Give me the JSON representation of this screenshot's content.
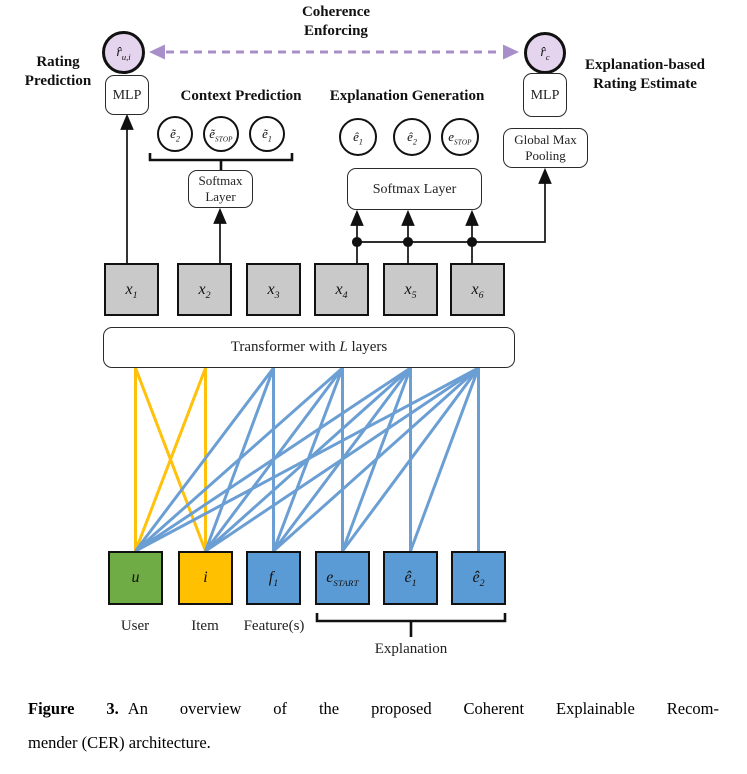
{
  "title": "CER architecture figure",
  "colors": {
    "user": "#6FAC46",
    "item": "#FFC000",
    "feature": "#5B9BD5",
    "hidden": "#C9C9C9",
    "line_yellow": "#FFC10A",
    "line_blue": "#6B9FD4",
    "coherence_purple": "#A98FC9",
    "circle_lavender": "#E5D4EE"
  },
  "labels": {
    "coherence": [
      "Coherence",
      "Enforcing"
    ],
    "rating_prediction": [
      "Rating",
      "Prediction"
    ],
    "context_prediction": "Context Prediction",
    "explanation_generation": "Explanation Generation",
    "explanation_based": [
      "Explanation-based",
      "Rating Estimate"
    ],
    "mlp_left": "MLP",
    "mlp_right": "MLP",
    "softmax_left": [
      "Softmax",
      "Layer"
    ],
    "softmax_right": "Softmax Layer",
    "global_max_pooling": [
      "Global Max",
      "Pooling"
    ],
    "transformer": {
      "pre": "Transformer with ",
      "math": "L",
      "post": " layers"
    },
    "token_labels": [
      "User",
      "Item",
      "Feature(s)"
    ],
    "explanation_bracket_label": "Explanation"
  },
  "nodes": {
    "rating_circle": {
      "base": "r̂",
      "sub": "u,i"
    },
    "rating_estimate_circle": {
      "base": "r̂",
      "sub": "c"
    },
    "context_outputs": [
      {
        "base": "ẽ",
        "sub": "2"
      },
      {
        "base": "ẽ",
        "sub": "STOP"
      },
      {
        "base": "ẽ",
        "sub": "1"
      }
    ],
    "explanation_outputs": [
      {
        "base": "ê",
        "sub": "1"
      },
      {
        "base": "ê",
        "sub": "2"
      },
      {
        "base": "e",
        "sub": "STOP"
      }
    ],
    "hidden_states": [
      {
        "base": "x",
        "sub": "1"
      },
      {
        "base": "x",
        "sub": "2"
      },
      {
        "base": "x",
        "sub": "3"
      },
      {
        "base": "x",
        "sub": "4"
      },
      {
        "base": "x",
        "sub": "5"
      },
      {
        "base": "x",
        "sub": "6"
      }
    ],
    "input_tokens": [
      {
        "base": "u",
        "sub": ""
      },
      {
        "base": "i",
        "sub": ""
      },
      {
        "base": "f",
        "sub": "1"
      },
      {
        "base": "e",
        "sub": "START"
      },
      {
        "base": "ê",
        "sub": "1"
      },
      {
        "base": "ê",
        "sub": "2"
      }
    ]
  },
  "connections": {
    "yellow": [
      [
        1,
        1
      ],
      [
        1,
        2
      ],
      [
        2,
        1
      ],
      [
        2,
        2
      ]
    ],
    "blue": [
      [
        1,
        3
      ],
      [
        1,
        4
      ],
      [
        1,
        5
      ],
      [
        1,
        6
      ],
      [
        2,
        3
      ],
      [
        2,
        4
      ],
      [
        2,
        5
      ],
      [
        2,
        6
      ],
      [
        3,
        3
      ],
      [
        3,
        4
      ],
      [
        3,
        5
      ],
      [
        3,
        6
      ],
      [
        4,
        4
      ],
      [
        4,
        5
      ],
      [
        4,
        6
      ],
      [
        5,
        5
      ],
      [
        5,
        6
      ],
      [
        6,
        6
      ]
    ]
  },
  "caption": {
    "tag": "Figure 3.",
    "line1": "An overview of the proposed Coherent Explainable Recom-",
    "line2": "mender (CER) architecture."
  }
}
